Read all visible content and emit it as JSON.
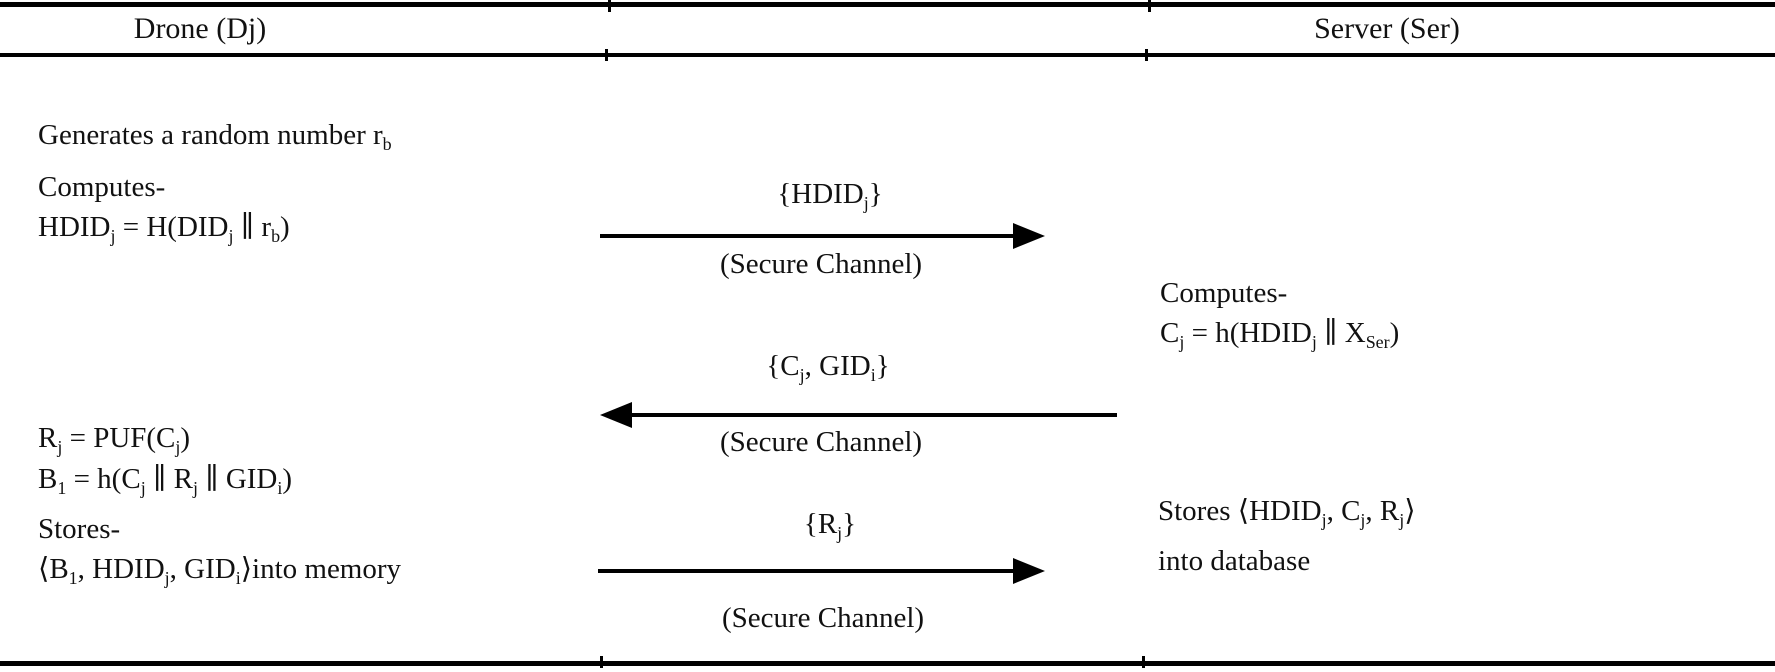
{
  "figure": {
    "type": "security-protocol-sequence-diagram",
    "header": {
      "left_party": "Drone (Dj)",
      "right_party": "Server (Ser)"
    },
    "colors": {
      "ink": "#000000",
      "background": "#ffffff"
    }
  },
  "drone": {
    "lines": [
      [
        [
          "t",
          "Generates a random number r"
        ],
        [
          "s",
          "b"
        ]
      ],
      [
        [
          "t",
          "Computes-"
        ]
      ],
      [
        [
          "t",
          "HDID"
        ],
        [
          "s",
          "j"
        ],
        [
          "t",
          " = H(DID"
        ],
        [
          "s",
          "j"
        ],
        [
          "t",
          " ∥  r"
        ],
        [
          "s",
          "b"
        ],
        [
          "t",
          ")"
        ]
      ],
      [
        [
          "t",
          "R"
        ],
        [
          "s",
          "j"
        ],
        [
          "t",
          " =  PUF(C"
        ],
        [
          "s",
          "j"
        ],
        [
          "t",
          ")"
        ]
      ],
      [
        [
          "t",
          "B"
        ],
        [
          "s",
          "1"
        ],
        [
          "t",
          " = h(C"
        ],
        [
          "s",
          "j"
        ],
        [
          "t",
          " ∥ R"
        ],
        [
          "s",
          "j"
        ],
        [
          "t",
          " ∥ GID"
        ],
        [
          "s",
          "i"
        ],
        [
          "t",
          ")"
        ]
      ],
      [
        [
          "t",
          "Stores-"
        ]
      ],
      [
        [
          "t",
          "⟨B"
        ],
        [
          "s",
          "1"
        ],
        [
          "t",
          ", HDID"
        ],
        [
          "s",
          "j"
        ],
        [
          "t",
          ", GID"
        ],
        [
          "s",
          "i"
        ],
        [
          "t",
          "⟩into memory"
        ]
      ]
    ]
  },
  "server": {
    "lines": [
      [
        [
          "t",
          "Computes-"
        ]
      ],
      [
        [
          "t",
          "C"
        ],
        [
          "s",
          "j"
        ],
        [
          "t",
          " = h(HDID"
        ],
        [
          "s",
          "j"
        ],
        [
          "t",
          " ∥  X"
        ],
        [
          "s",
          "Ser"
        ],
        [
          "t",
          ")"
        ]
      ],
      [
        [
          "t",
          "Stores  ⟨HDID"
        ],
        [
          "s",
          "j"
        ],
        [
          "t",
          ", C"
        ],
        [
          "s",
          "j"
        ],
        [
          "t",
          ", R"
        ],
        [
          "s",
          "j"
        ],
        [
          "t",
          "⟩"
        ]
      ],
      [
        [
          "t",
          "into database"
        ]
      ]
    ]
  },
  "messages": [
    {
      "label": [
        [
          "t",
          "{HDID"
        ],
        [
          "s",
          "j"
        ],
        [
          "t",
          "}"
        ]
      ],
      "channel": "(Secure Channel)",
      "direction": "right",
      "from": "Drone (Dj)",
      "to": "Server (Ser)"
    },
    {
      "label": [
        [
          "t",
          "{C"
        ],
        [
          "s",
          "j"
        ],
        [
          "t",
          ", GID"
        ],
        [
          "s",
          "i"
        ],
        [
          "t",
          "}"
        ]
      ],
      "channel": "(Secure Channel)",
      "direction": "left",
      "from": "Server (Ser)",
      "to": "Drone (Dj)"
    },
    {
      "label": [
        [
          "t",
          "{R"
        ],
        [
          "s",
          "j"
        ],
        [
          "t",
          "}"
        ]
      ],
      "channel": "(Secure Channel)",
      "direction": "right",
      "from": "Drone (Dj)",
      "to": "Server (Ser)"
    }
  ]
}
